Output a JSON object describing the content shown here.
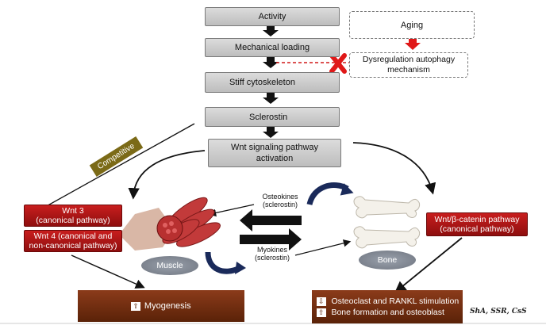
{
  "nodes": {
    "activity": "Activity",
    "mechanical_loading": "Mechanical loading",
    "stiff_cytoskeleton": "Stiff cytoskeleton",
    "sclerostin": "Sclerostin",
    "wnt_activation_line1": "Wnt signaling pathway",
    "wnt_activation_line2": "activation",
    "aging": "Aging",
    "dysregulation_line1": "Dysregulation autophagy",
    "dysregulation_line2": "mechanism"
  },
  "competitive": "Competitive",
  "wnt3_line1": "Wnt 3",
  "wnt3_line2": "(canonical pathway)",
  "wnt4_line1": "Wnt 4 (canonical and",
  "wnt4_line2": "non-canonical pathway)",
  "wnt_beta_line1": "Wnt/β-catenin pathway",
  "wnt_beta_line2": "(canonical pathway)",
  "muscle": "Muscle",
  "bone": "Bone",
  "osteokines_line1": "Osteokines",
  "osteokines_line2": "(sclerostin)",
  "myokines_line1": "Myokines",
  "myokines_line2": "(sclerostin)",
  "myogenesis": "Myogenesis",
  "osteoclast_text": "Osteoclast and RANKL stimulation",
  "bone_formation_text": "Bone formation and osteoblast",
  "signature": "ShA, SSR, CsS",
  "colors": {
    "red_box": "#b01616",
    "brown_box": "#6e2b10",
    "olive_label": "#7b6a17",
    "grey_box": "#c8c8c8"
  }
}
